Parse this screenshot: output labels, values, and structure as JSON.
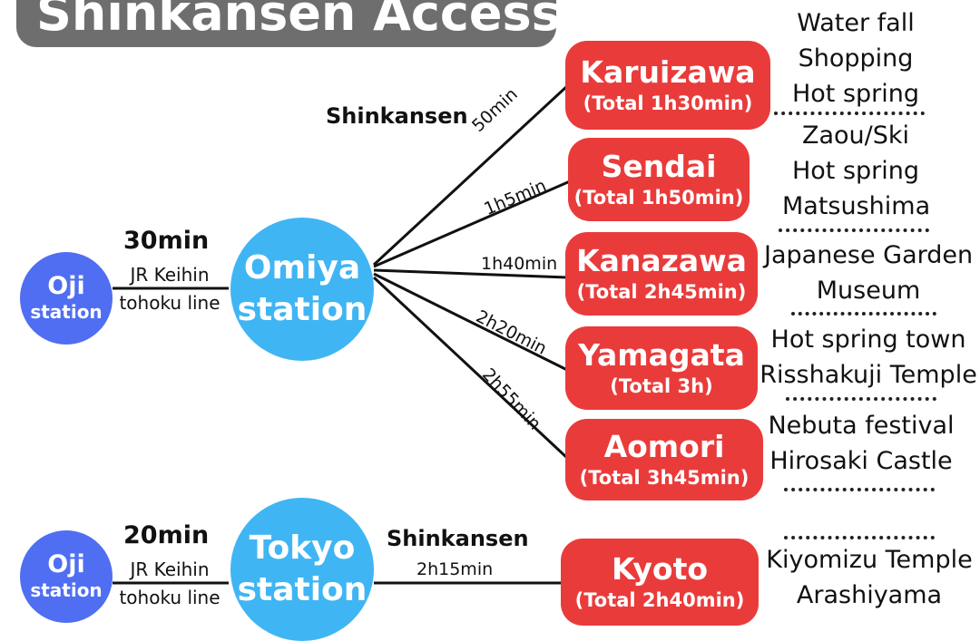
{
  "title": "Shinkansen Access",
  "route1": {
    "origin": {
      "line1": "Oji",
      "line2": "station"
    },
    "local_time": "30min",
    "local_line": {
      "line1": "JR Keihin",
      "line2": "tohoku line"
    },
    "hub": {
      "line1": "Omiya",
      "line2": "station"
    },
    "mode_label": "Shinkansen",
    "destinations": [
      {
        "name": "Karuizawa",
        "total": "(Total 1h30min)",
        "segment": "50min",
        "info": [
          "Water fall",
          "Shopping",
          "Hot spring"
        ]
      },
      {
        "name": "Sendai",
        "total": "(Total 1h50min)",
        "segment": "1h5min",
        "info": [
          "Zaou/Ski",
          "Hot spring",
          "Matsushima"
        ]
      },
      {
        "name": "Kanazawa",
        "total": "(Total 2h45min)",
        "segment": "1h40min",
        "info": [
          "Japanese Garden",
          "Museum"
        ]
      },
      {
        "name": "Yamagata",
        "total": "(Total 3h)",
        "segment": "2h20min",
        "info": [
          "Hot spring town",
          "Risshakuji Temple"
        ]
      },
      {
        "name": "Aomori",
        "total": "(Total 3h45min)",
        "segment": "2h55min",
        "info": [
          "Nebuta festival",
          "Hirosaki Castle"
        ]
      }
    ]
  },
  "route2": {
    "origin": {
      "line1": "Oji",
      "line2": "station"
    },
    "local_time": "20min",
    "local_line": {
      "line1": "JR Keihin",
      "line2": "tohoku line"
    },
    "hub": {
      "line1": "Tokyo",
      "line2": "station"
    },
    "mode_label": "Shinkansen",
    "segment": "2h15min",
    "destination": {
      "name": "Kyoto",
      "total": "(Total 2h40min)",
      "info": [
        "Kiyomizu Temple",
        "Arashiyama"
      ]
    }
  },
  "colors": {
    "origin": "#4f6ef2",
    "hub": "#3fb5f4",
    "destination": "#ea3b3b",
    "title_bg": "#6e6e6e"
  }
}
